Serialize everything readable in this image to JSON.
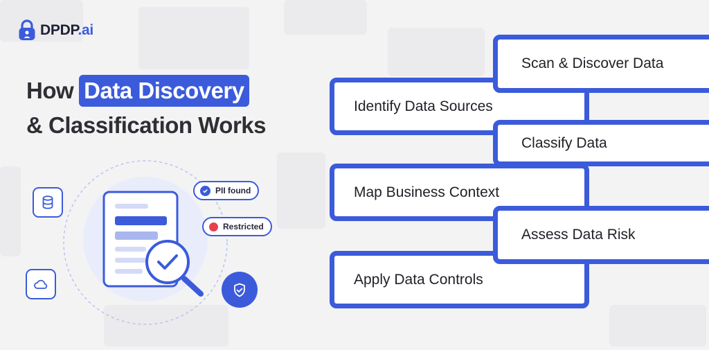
{
  "brand": {
    "name_main": "DPDP",
    "name_suffix": ".ai",
    "accent_color": "#3b5bdb",
    "icon": "lock-icon"
  },
  "title": {
    "prefix": "How",
    "highlight": "Data Discovery",
    "line2": "& Classification Works"
  },
  "illustration": {
    "chip_pii": "PII found",
    "chip_restricted": "Restricted",
    "icons": [
      "database-icon",
      "cloud-icon",
      "document-icon",
      "magnifier-check-icon",
      "shield-check-icon"
    ],
    "restricted_color": "#e5414d"
  },
  "steps": [
    {
      "label": "Scan & Discover Data",
      "column": "right"
    },
    {
      "label": "Identify Data Sources",
      "column": "left"
    },
    {
      "label": "Classify Data",
      "column": "right"
    },
    {
      "label": "Map Business Context",
      "column": "left"
    },
    {
      "label": "Assess Data Risk",
      "column": "right"
    },
    {
      "label": "Apply Data Controls",
      "column": "left"
    }
  ]
}
